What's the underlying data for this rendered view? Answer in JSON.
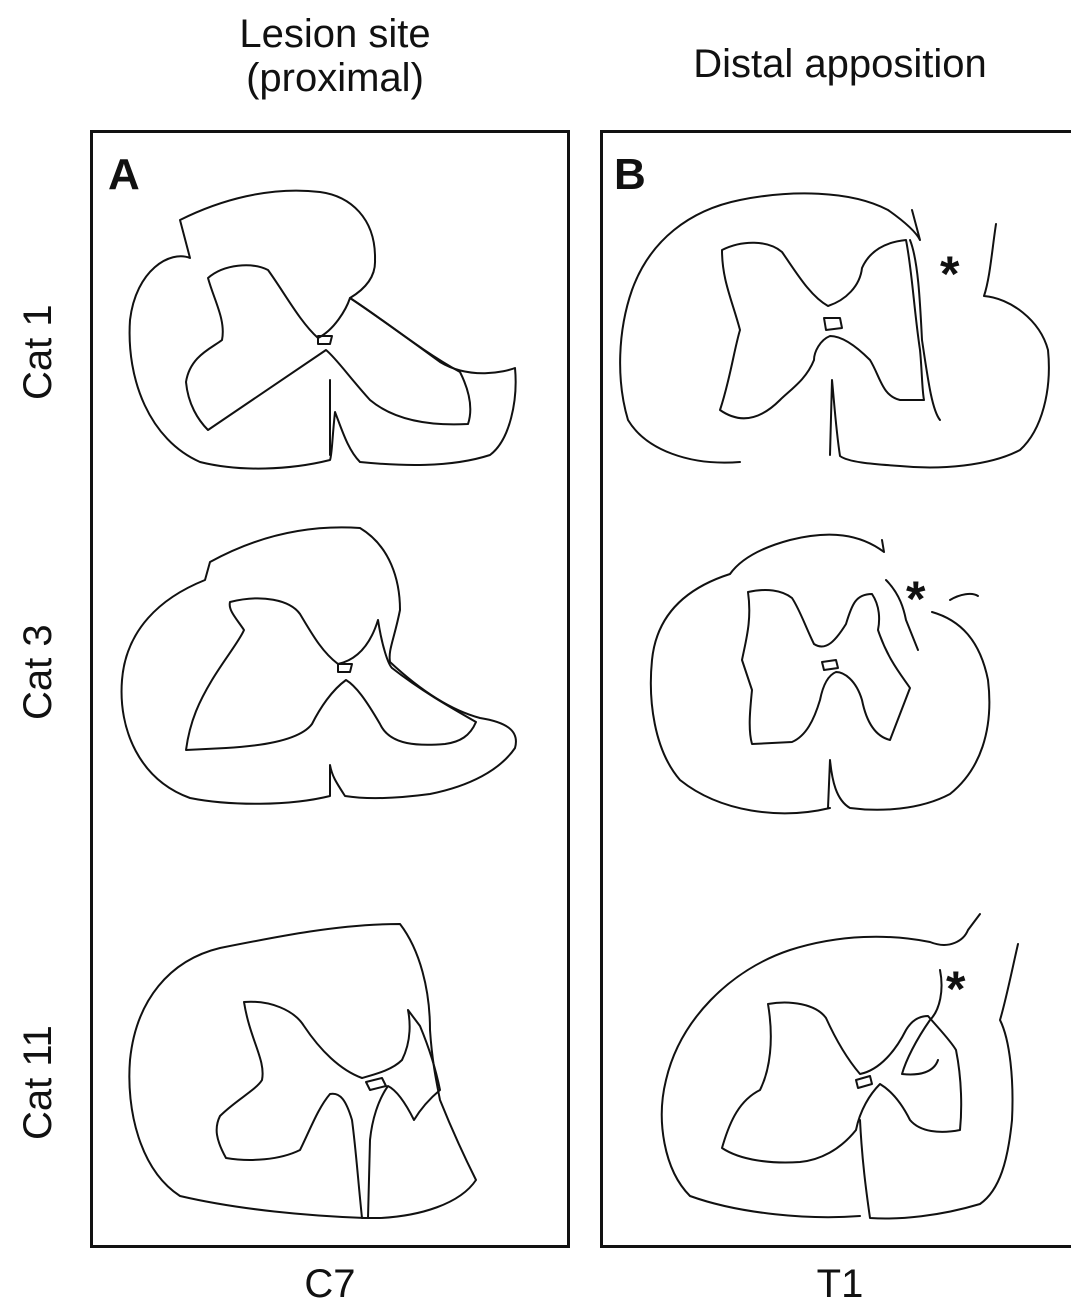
{
  "columns": [
    {
      "title_lines": [
        "Lesion site",
        "(proximal)"
      ],
      "panel": "A",
      "level": "C7"
    },
    {
      "title_lines": [
        "Distal apposition"
      ],
      "panel": "B",
      "level": "T1"
    }
  ],
  "rows": [
    "Cat 1",
    "Cat 3",
    "Cat 11"
  ],
  "marker": "*"
}
